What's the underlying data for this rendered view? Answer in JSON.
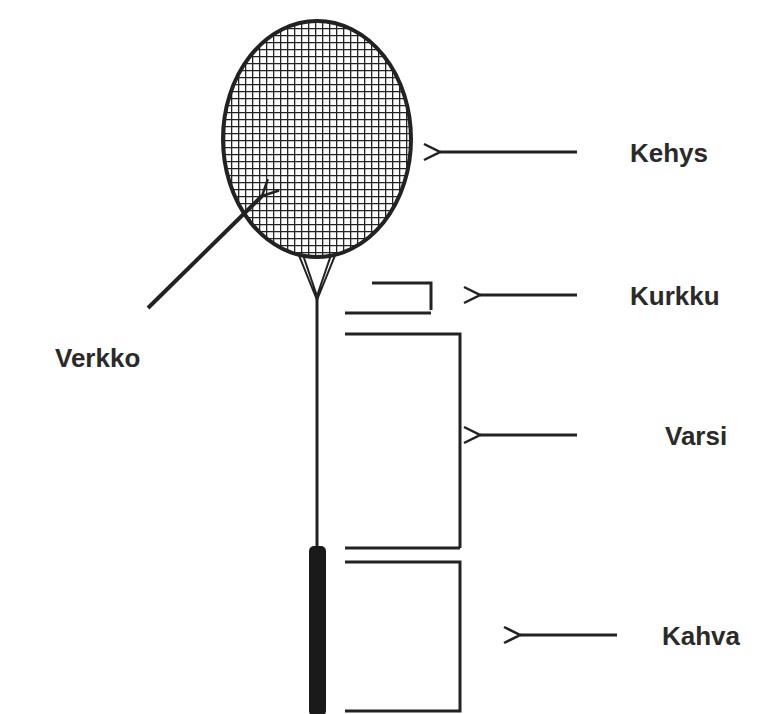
{
  "diagram": {
    "labels": [
      "Kehys",
      "Kurkku",
      "Varsi",
      "Kahva",
      "Verkko"
    ]
  }
}
